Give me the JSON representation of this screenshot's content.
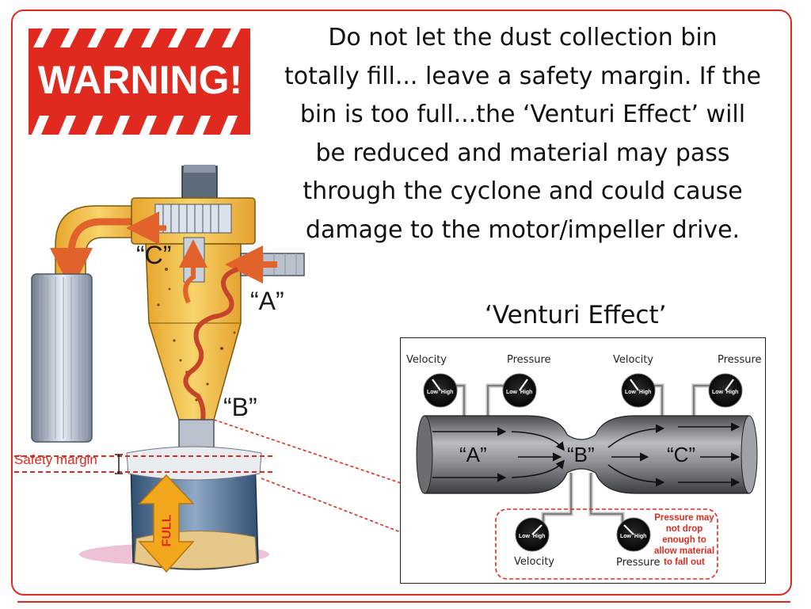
{
  "warning": {
    "label": "WARNING!"
  },
  "message": {
    "lines": [
      "Do not let the dust collection bin",
      "totally fill... leave a safety margin. If the",
      "bin is too full...the  ‘Venturi Effect’ will",
      "be reduced and material may pass",
      "through the cyclone and could cause",
      "damage to the motor/impeller drive."
    ]
  },
  "cyclone": {
    "label_a": "“A”",
    "label_b": "“B”",
    "label_c": "“C”",
    "safety_margin": "Safety margin",
    "full": "FULL"
  },
  "venturi": {
    "title": "‘Venturi Effect’",
    "gauges": {
      "top1": "Velocity",
      "top2": "Pressure",
      "top3": "Velocity",
      "top4": "Pressure",
      "bottom1": "Velocity",
      "bottom2": "Pressure",
      "low": "Low",
      "high": "High"
    },
    "pipe_labels": {
      "a": "“A”",
      "b": "“B”",
      "c": "“C”"
    },
    "note_lines": [
      "Pressure may",
      "not drop",
      "enough to",
      "allow material",
      "to fall out"
    ]
  },
  "colors": {
    "accent_red": "#e12a1f",
    "cyclone_yellow": "#f2c24a",
    "arrow_orange": "#e2622b"
  }
}
